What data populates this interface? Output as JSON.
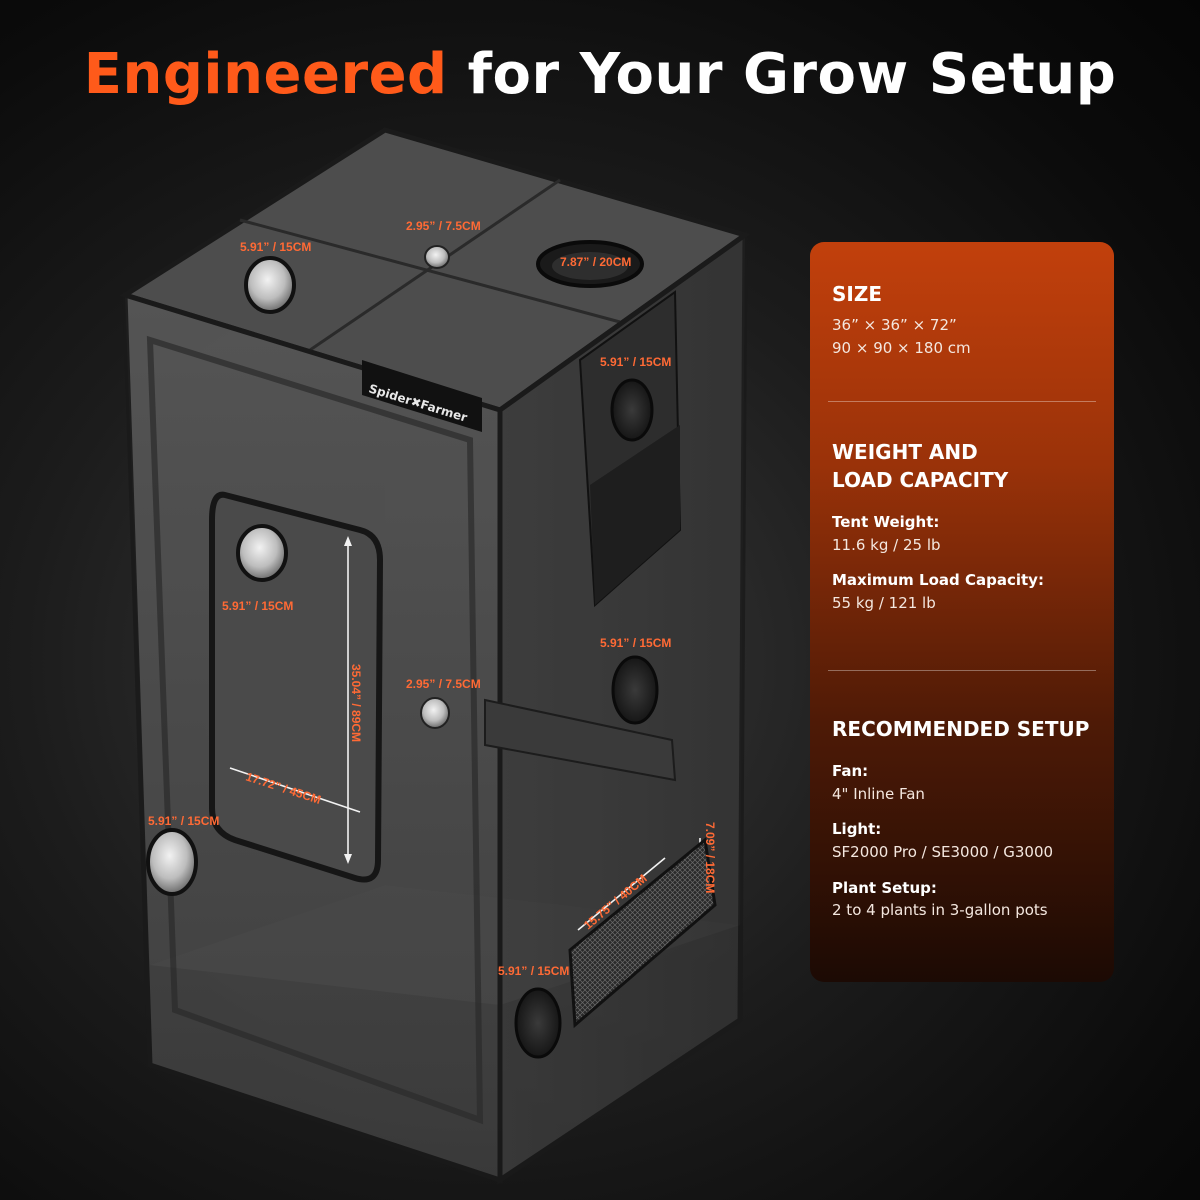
{
  "headline": {
    "accent": "Engineered",
    "rest": "for Your Grow Setup"
  },
  "brand": {
    "text": "Spider✖Farmer"
  },
  "dimensions": {
    "top_port_left": "5.91” / 15CM",
    "top_vent": "2.95” / 7.5CM",
    "top_fan_hole": "7.87” / 20CM",
    "side_upper": "5.91” / 15CM",
    "window_port": "5.91” / 15CM",
    "window_height": "35.04” / 89CM",
    "window_width": "17.72” / 45CM",
    "center_vent": "2.95” / 7.5CM",
    "side_mid": "5.91” / 15CM",
    "front_lower": "5.91” / 15CM",
    "side_bottom": "5.91” / 15CM",
    "mesh_width": "15.75” / 40CM",
    "mesh_height": "7.09” / 18CM"
  },
  "specs": {
    "size": {
      "title": "SIZE",
      "imperial": "36” × 36” × 72”",
      "metric": "90 × 90 × 180 cm"
    },
    "weight": {
      "title_line1": "WEIGHT AND",
      "title_line2": "LOAD CAPACITY",
      "tent_weight_label": "Tent Weight:",
      "tent_weight_value": "11.6 kg / 25 lb",
      "max_load_label": "Maximum Load Capacity:",
      "max_load_value": "55 kg / 121 lb"
    },
    "setup": {
      "title": "RECOMMENDED SETUP",
      "fan_label": "Fan:",
      "fan_value": "4\" Inline Fan",
      "light_label": "Light:",
      "light_value": "SF2000 Pro / SE3000 / G3000",
      "plants_label": "Plant Setup:",
      "plants_value": "2 to 4 plants in 3-gallon pots"
    }
  },
  "colors": {
    "accent": "#ff5a1a",
    "panel_top": "#c2400c",
    "panel_bottom": "#1c0a04",
    "dim_label": "#ff6a35"
  }
}
